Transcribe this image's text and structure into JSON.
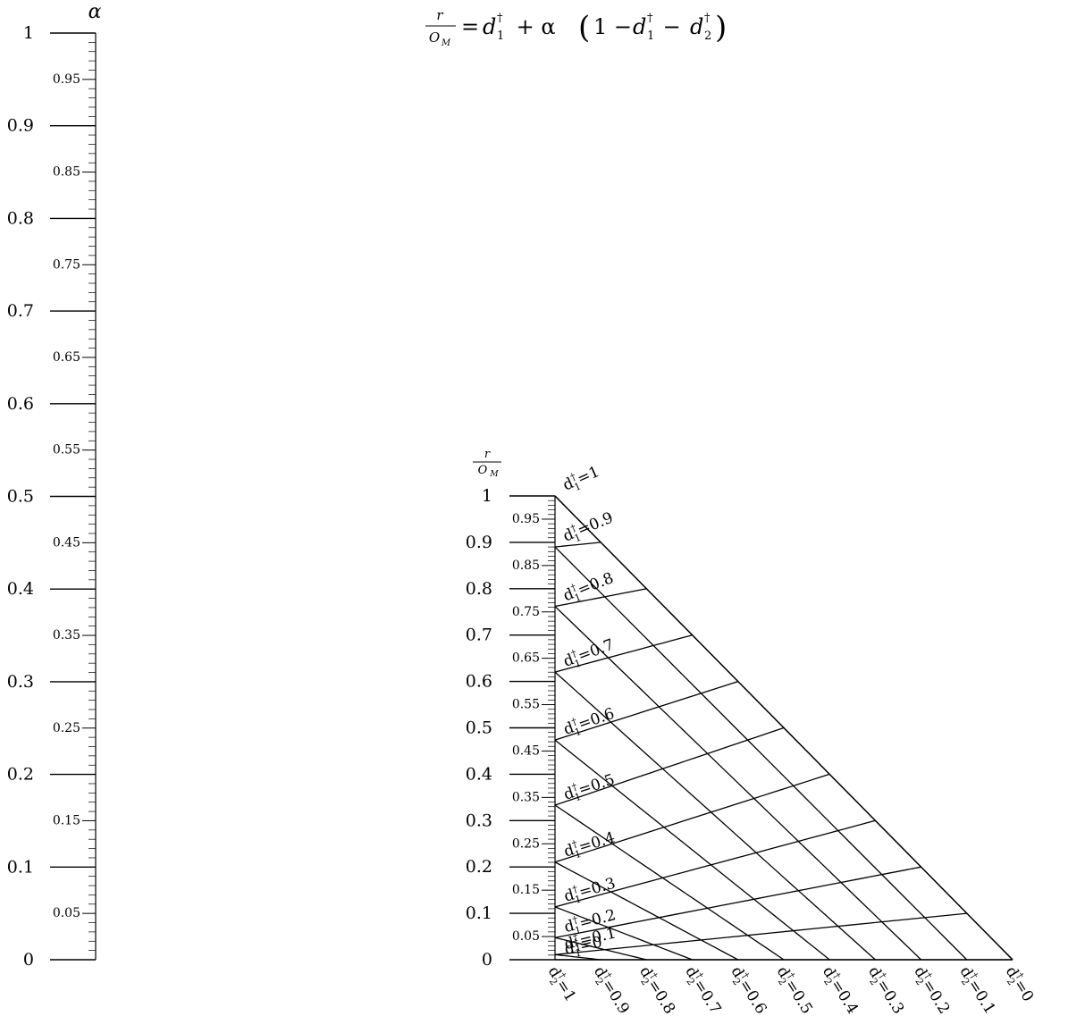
{
  "formula": {
    "lhs_num": "r",
    "lhs_den": "O",
    "lhs_den_sub": "M",
    "eq": "= ",
    "d": "d",
    "dagger": "†",
    "sub1": "1",
    "sub2": "2",
    "plus_alpha": " + α ",
    "lparen": "(",
    "one_minus": "1 − ",
    "minus": " − ",
    "rparen": ")"
  },
  "alpha_scale": {
    "title": "α",
    "min": 0,
    "max": 1,
    "major_labels": [
      "0",
      "0.1",
      "0.2",
      "0.3",
      "0.4",
      "0.5",
      "0.6",
      "0.7",
      "0.8",
      "0.9",
      "1"
    ],
    "half_labels": [
      "0.05",
      "0.15",
      "0.25",
      "0.35",
      "0.45",
      "0.55",
      "0.65",
      "0.75",
      "0.85",
      "0.95"
    ],
    "minor_step": 0.01
  },
  "ratio_scale": {
    "title_num": "r",
    "title_den": "O",
    "title_den_sub": "M",
    "min": 0,
    "max": 1,
    "major_labels": [
      "0",
      "0.1",
      "0.2",
      "0.3",
      "0.4",
      "0.5",
      "0.6",
      "0.7",
      "0.8",
      "0.9",
      "1"
    ],
    "half_labels": [
      "0.05",
      "0.15",
      "0.25",
      "0.35",
      "0.45",
      "0.55",
      "0.65",
      "0.75",
      "0.85",
      "0.95"
    ],
    "minor_step": 0.01
  },
  "d1_lines": {
    "values": [
      1,
      0.9,
      0.8,
      0.7,
      0.6,
      0.5,
      0.4,
      0.3,
      0.2,
      0.1,
      0
    ],
    "label_prefix": "d",
    "sub": "1",
    "sup": "†",
    "labels": [
      "=1",
      "=0.9",
      "=0.8",
      "=0.7",
      "=0.6",
      "=0.5",
      "=0.4",
      "=0.3",
      "=0.2",
      "=0.1",
      "=0"
    ]
  },
  "d2_lines": {
    "values": [
      1,
      0.9,
      0.8,
      0.7,
      0.6,
      0.5,
      0.4,
      0.3,
      0.2,
      0.1,
      0
    ],
    "label_prefix": "d",
    "sub": "2",
    "sup": "†",
    "labels": [
      "=1",
      "=0.9",
      "=0.8",
      "=0.7",
      "=0.6",
      "=0.5",
      "=0.4",
      "=0.3",
      "=0.2",
      "=0.1",
      "=0"
    ]
  }
}
